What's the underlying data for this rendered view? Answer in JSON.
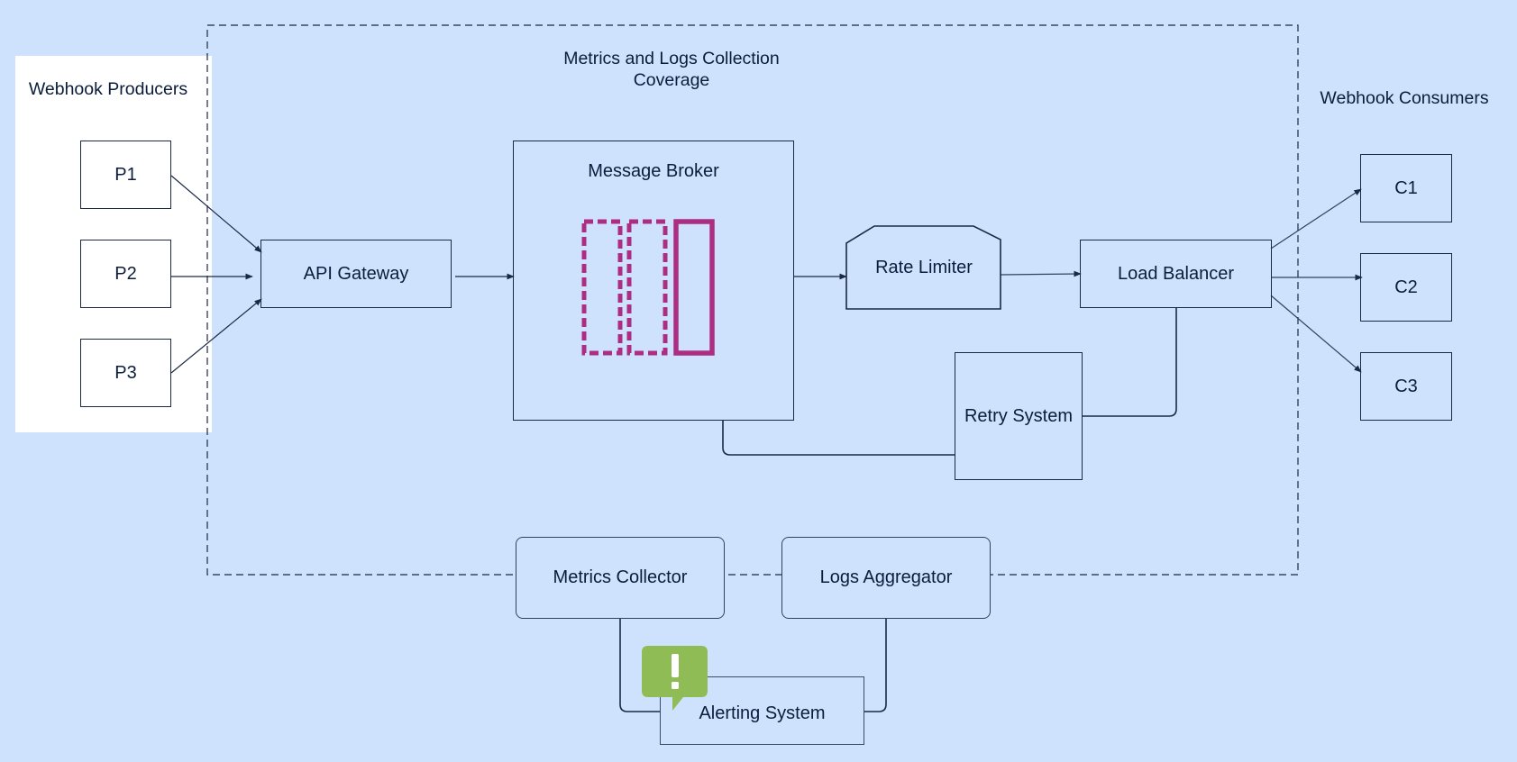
{
  "diagram": {
    "coverage_title": "Metrics and Logs Collection Coverage",
    "producers_title": "Webhook Producers",
    "consumers_title": "Webhook Consumers",
    "producers": [
      "P1",
      "P2",
      "P3"
    ],
    "consumers": [
      "C1",
      "C2",
      "C3"
    ],
    "api_gateway": "API Gateway",
    "message_broker": "Message Broker",
    "rate_limiter": "Rate Limiter",
    "load_balancer": "Load Balancer",
    "retry_system": "Retry System",
    "metrics_collector": "Metrics Collector",
    "logs_aggregator": "Logs Aggregator",
    "alerting_system": "Alerting System",
    "alert_icon": "exclamation-speech-bubble-icon",
    "queue_icon": "message-queue-icon",
    "colors": {
      "background": "#cfe2fd",
      "queue": "#ad2d82",
      "alert": "#8fbc55",
      "line": "#1a2a44"
    }
  }
}
